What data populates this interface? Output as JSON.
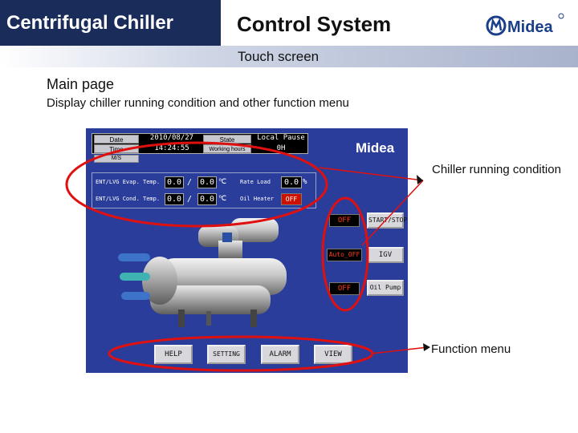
{
  "header": {
    "left_title": "Centrifugal Chiller",
    "right_title": "Control System",
    "logo_text": "Midea",
    "subtitle": "Touch screen"
  },
  "main": {
    "title": "Main page",
    "description": "Display chiller running condition and other function menu"
  },
  "hmi": {
    "date_label": "Date",
    "date_value": "2010/08/27",
    "time_label": "Time",
    "time_value": "14:24:55",
    "state_label": "State",
    "state_value": "Local Pause",
    "working_hours_label": "Working hours",
    "working_hours_value": "0H",
    "tab_label": "M/S",
    "logo_text": "Midea",
    "evap_label": "ENT/LVG Evap. Temp.",
    "evap_ent": "0.0",
    "evap_lvg": "0.0",
    "cond_label": "ENT/LVG Cond. Temp.",
    "cond_ent": "0.0",
    "cond_lvg": "0.0",
    "slash": "/",
    "temp_unit": "℃",
    "rate_load_label": "Rate Load",
    "rate_load_value": "0.0",
    "rate_unit": "%",
    "oil_heater_label": "Oil Heater",
    "oil_heater_value": "OFF",
    "side": [
      {
        "indicator": "OFF",
        "button": "START/STOP"
      },
      {
        "indicator": "Auto_OFF",
        "button": "IGV"
      },
      {
        "indicator": "OFF",
        "button": "Oil Pump"
      }
    ],
    "menu": [
      "HELP",
      "SETTING",
      "ALARM",
      "VIEW"
    ]
  },
  "callouts": {
    "running": "Chiller running condition",
    "function": "Function menu"
  },
  "colors": {
    "header_navy": "#1a2d5a",
    "hmi_blue": "#2a3d9b",
    "highlight_red": "#e01010"
  }
}
